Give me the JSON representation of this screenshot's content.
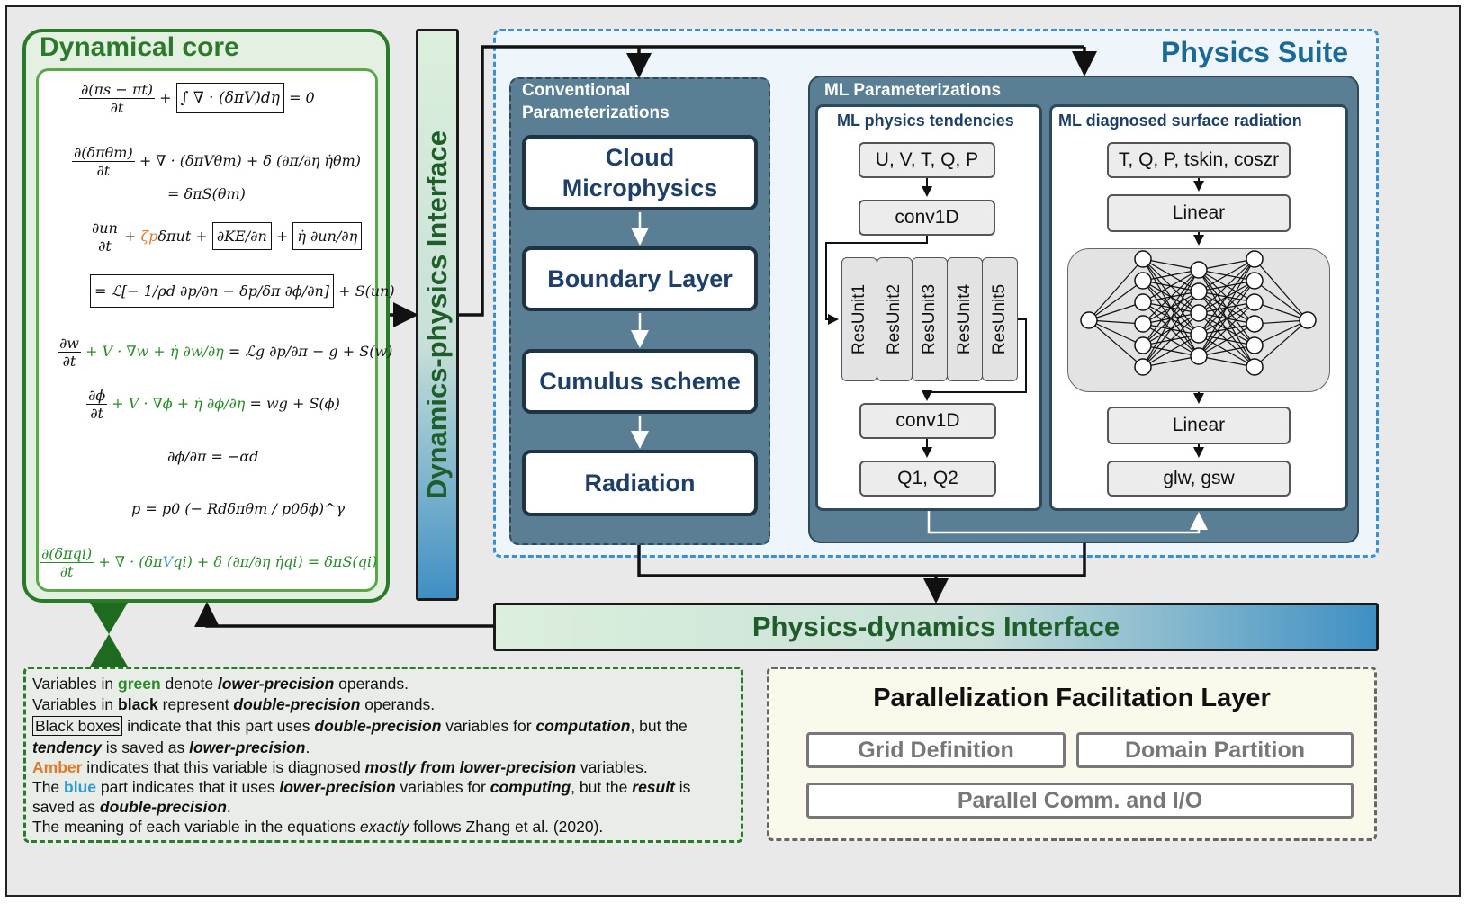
{
  "dynamical_core": {
    "title": "Dynamical core",
    "equations": {
      "e1_lhs_num": "∂(πs − πt)",
      "e1_den": "∂t",
      "e1_plus": "+",
      "e1_box": "∫ ∇ · (δπV)dη",
      "e1_rhs": "= 0",
      "e2_num": "∂(δπθm)",
      "e2_den": "∂t",
      "e2_mid": "+ ∇ · (δπVθm) + δ",
      "e2_par": "(∂π/∂η η̇θm)",
      "e2_rhs": "= δπS(θm)",
      "e3_num": "∂un",
      "e3_den": "∂t",
      "e3_plus1": "+",
      "e3_amber": "ζp",
      "e3_mid": "δπut +",
      "e3_box1": "∂KE/∂n",
      "e3_plus2": "+",
      "e3_box2": "η̇ ∂un/∂η",
      "e3_rhs_box": "= ℒ[− 1/ρd ∂p/∂n − δp/δπ ∂ϕ/∂n]",
      "e3_tail": "+ S(un)",
      "e4_num": "∂w",
      "e4_den": "∂t",
      "e4_green": "+ V · ∇w + η̇",
      "e4_frac": "∂w/∂η",
      "e4_rhs": "= ℒg ∂p/∂π − g + S(w)",
      "e5_num": "∂ϕ",
      "e5_den": "∂t",
      "e5_green": "+ V · ∇ϕ + η̇",
      "e5_frac": "∂ϕ/∂η",
      "e5_rhs": "= wg + S(ϕ)",
      "e6": "∂ϕ/∂π = −αd",
      "e7": "p = p0 (− Rdδπθm / p0δϕ)^γ",
      "e8_num": "∂(δπqi)",
      "e8_den": "∂t",
      "e8_green1": "+ ∇ · (δπ",
      "e8_blue": "V",
      "e8_green2": "qi) + δ (∂π/∂η η̇qi) = δπS(qi)"
    }
  },
  "dp_interface": "Dynamics-physics Interface",
  "physics_suite": {
    "title": "Physics Suite",
    "conventional": {
      "title": "Conventional Parameterizations",
      "boxes": [
        "Cloud Microphysics",
        "Boundary Layer",
        "Cumulus scheme",
        "Radiation"
      ]
    },
    "ml": {
      "title": "ML Parameterizations",
      "tendencies": {
        "title": "ML physics tendencies",
        "input": "U, V, T, Q, P",
        "conv1": "conv1D",
        "resunits": [
          "ResUnit1",
          "ResUnit2",
          "ResUnit3",
          "ResUnit4",
          "ResUnit5"
        ],
        "conv2": "conv1D",
        "output": "Q1, Q2"
      },
      "radiation": {
        "title": "ML diagnosed surface radiation",
        "input": "T, Q, P, tskin, coszr",
        "linear1": "Linear",
        "linear2": "Linear",
        "output": "glw, gsw"
      }
    }
  },
  "pd_interface": "Physics-dynamics Interface",
  "legend": {
    "l1a": "Variables in ",
    "l1b": "green",
    "l1c": " denote ",
    "l1d": "lower-precision",
    "l1e": " operands.",
    "l2a": "Variables in ",
    "l2b": "black",
    "l2c": " represent ",
    "l2d": "double-precision",
    "l2e": " operands.",
    "l3a": "Black boxes",
    "l3b": " indicate that this part uses ",
    "l3c": "double-precision",
    "l3d": " variables for ",
    "l3e": "computation",
    "l3f": ", but the",
    "l4a": "tendency",
    "l4b": " is saved as ",
    "l4c": "lower-precision",
    "l4d": ".",
    "l5a": "Amber",
    "l5b": " indicates that this variable is diagnosed ",
    "l5c": "mostly from lower-precision",
    "l5d": " variables.",
    "l6a": "The ",
    "l6b": "blue",
    "l6c": " part indicates that it uses ",
    "l6d": "lower-precision",
    "l6e": " variables for ",
    "l6f": "computing",
    "l6g": ", but the ",
    "l6h": "result",
    "l6i": " is",
    "l7a": "saved as ",
    "l7b": "double-precision",
    "l7c": ".",
    "l8a": "The meaning of each variable in the equations ",
    "l8b": "exactly",
    "l8c": " follows Zhang et al. (2020)."
  },
  "parallel": {
    "title": "Parallelization Facilitation Layer",
    "grid": "Grid Definition",
    "domain": "Domain Partition",
    "comm": "Parallel Comm. and I/O"
  },
  "colors": {
    "green": "#2a7a2a",
    "amber": "#e07a2a",
    "blue": "#2a9ad8",
    "panel": "#5a7f94",
    "suite_border": "#3d8fd1"
  }
}
